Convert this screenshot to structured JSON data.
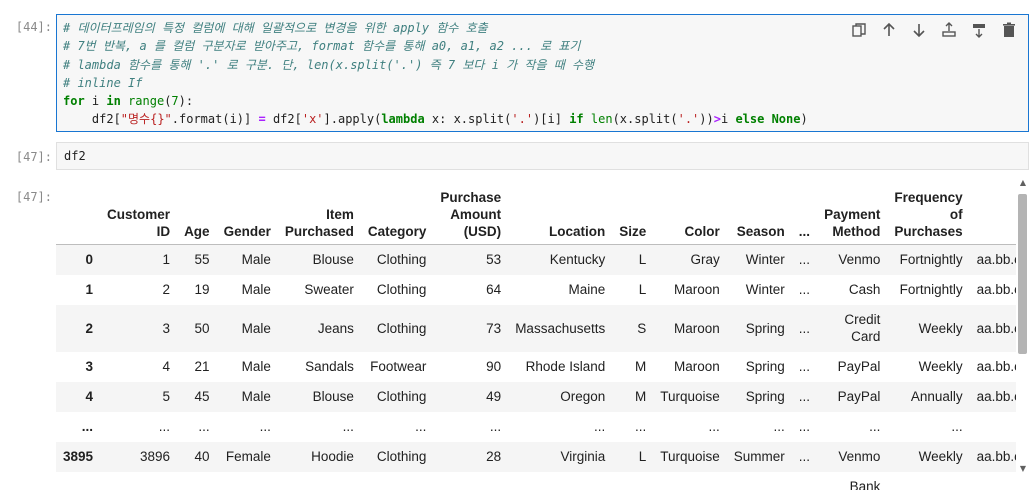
{
  "cell44": {
    "prompt": "[44]:",
    "comment1": "# 데이터프레임의 특정 컬럼에 대해 일괄적으로 변경을 위한 apply 함수 호출",
    "comment2": "# 7번 반복, a 를 컬럼 구분자로 받아주고, format 함수를 통해 a0, a1, a2 ... 로 표기",
    "comment3": "# lambda 함수를 통해 '.' 로 구분. 단, len(x.split('.') 즉 7 보다 i 가 작을 때 수행",
    "comment4": "# inline If",
    "code_line5": "for i in range(7):",
    "code_line6": "    df2[\"명수{}\".format(i)] = df2['x'].apply(lambda x: x.split('.')[i] if len(x.split('.'))>i else None)"
  },
  "toolbar": {
    "icons": [
      "duplicate-icon",
      "move-up-icon",
      "move-down-icon",
      "insert-above-icon",
      "insert-below-icon",
      "delete-icon"
    ]
  },
  "cell47": {
    "prompt_in": "[47]:",
    "source": "df2",
    "prompt_out": "[47]:"
  },
  "table": {
    "columns": [
      "",
      "Customer ID",
      "Age",
      "Gender",
      "Item Purchased",
      "Category",
      "Purchase Amount (USD)",
      "Location",
      "Size",
      "Color",
      "Season",
      "...",
      "Payment Method",
      "Frequency of Purchases",
      ""
    ],
    "rows": [
      [
        "0",
        "1",
        "55",
        "Male",
        "Blouse",
        "Clothing",
        "53",
        "Kentucky",
        "L",
        "Gray",
        "Winter",
        "...",
        "Venmo",
        "Fortnightly",
        "aa.bb.cc.dd.ee"
      ],
      [
        "1",
        "2",
        "19",
        "Male",
        "Sweater",
        "Clothing",
        "64",
        "Maine",
        "L",
        "Maroon",
        "Winter",
        "...",
        "Cash",
        "Fortnightly",
        "aa.bb.cc.dd.ee"
      ],
      [
        "2",
        "3",
        "50",
        "Male",
        "Jeans",
        "Clothing",
        "73",
        "Massachusetts",
        "S",
        "Maroon",
        "Spring",
        "...",
        "Credit Card",
        "Weekly",
        "aa.bb.cc.dd.ee"
      ],
      [
        "3",
        "4",
        "21",
        "Male",
        "Sandals",
        "Footwear",
        "90",
        "Rhode Island",
        "M",
        "Maroon",
        "Spring",
        "...",
        "PayPal",
        "Weekly",
        "aa.bb.cc.dd.ee"
      ],
      [
        "4",
        "5",
        "45",
        "Male",
        "Blouse",
        "Clothing",
        "49",
        "Oregon",
        "M",
        "Turquoise",
        "Spring",
        "...",
        "PayPal",
        "Annually",
        "aa.bb.cc.dd.ee"
      ],
      [
        "...",
        "...",
        "...",
        "...",
        "...",
        "...",
        "...",
        "...",
        "...",
        "...",
        "...",
        "...",
        "...",
        "...",
        ""
      ],
      [
        "3895",
        "3896",
        "40",
        "Female",
        "Hoodie",
        "Clothing",
        "28",
        "Virginia",
        "L",
        "Turquoise",
        "Summer",
        "...",
        "Venmo",
        "Weekly",
        "aa.bb.cc.dd.ee"
      ],
      [
        "",
        "",
        "",
        "",
        "",
        "",
        "",
        "",
        "",
        "",
        "",
        "",
        "Bank",
        "",
        ""
      ]
    ]
  }
}
